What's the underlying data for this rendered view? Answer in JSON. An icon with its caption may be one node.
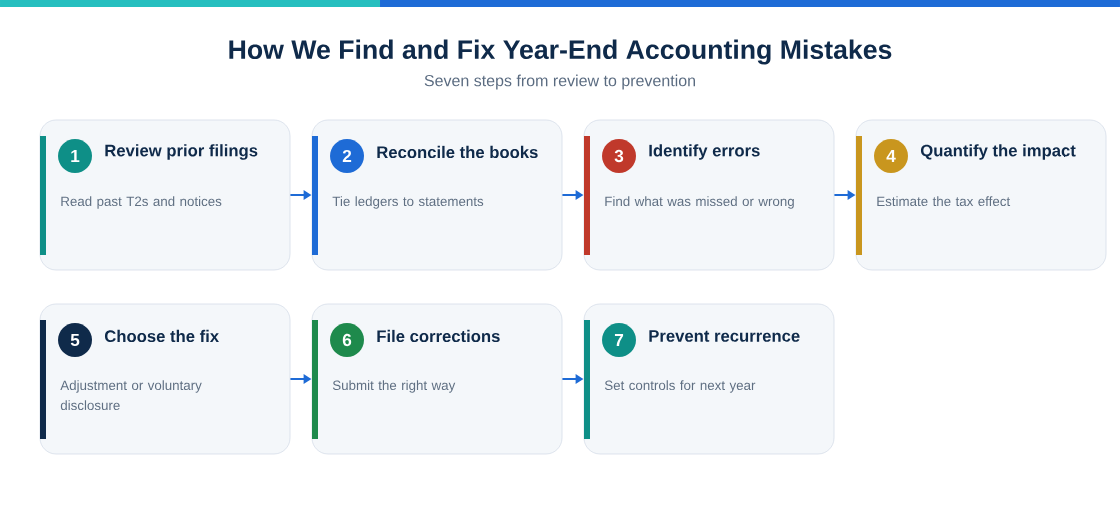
{
  "diagram": {
    "title": "How We Find and Fix Year-End Accounting Mistakes",
    "caption": "Seven steps from review to prevention",
    "nodes": [
      {
        "text": [
          "Review prior filings",
          "Read past T2s and notices"
        ]
      },
      {
        "text": [
          "1"
        ],
        "in": 0
      },
      {
        "text": [
          "Reconcile the books",
          "Tie ledgers to statements"
        ]
      },
      {
        "text": [
          "2"
        ],
        "in": 2
      },
      {
        "text": [
          "Identify errors",
          "Find what was missed or wrong"
        ]
      },
      {
        "text": [
          "3"
        ],
        "in": 4
      },
      {
        "text": [
          "Quantify the impact",
          "Estimate the tax effect"
        ]
      },
      {
        "text": [
          "4"
        ],
        "in": 6
      },
      {
        "text": [
          "Choose the fix",
          "Adjustment or voluntary disclosure"
        ]
      },
      {
        "text": [
          "5"
        ],
        "in": 8
      },
      {
        "text": [
          "File corrections",
          "Submit the right way"
        ]
      },
      {
        "text": [
          "6"
        ],
        "in": 10
      },
      {
        "text": [
          "Prevent recurrence",
          "Set controls for next year"
        ]
      },
      {
        "text": [
          "7"
        ],
        "in": 12
      }
    ],
    "edges": [
      {
        "from": 0,
        "to": 2,
        "arrow": "to"
      },
      {
        "from": 2,
        "to": 4,
        "arrow": "to"
      },
      {
        "from": 4,
        "to": 6,
        "arrow": "to"
      },
      {
        "from": 8,
        "to": 10,
        "arrow": "to"
      },
      {
        "from": 10,
        "to": 12,
        "arrow": "to"
      }
    ]
  }
}
